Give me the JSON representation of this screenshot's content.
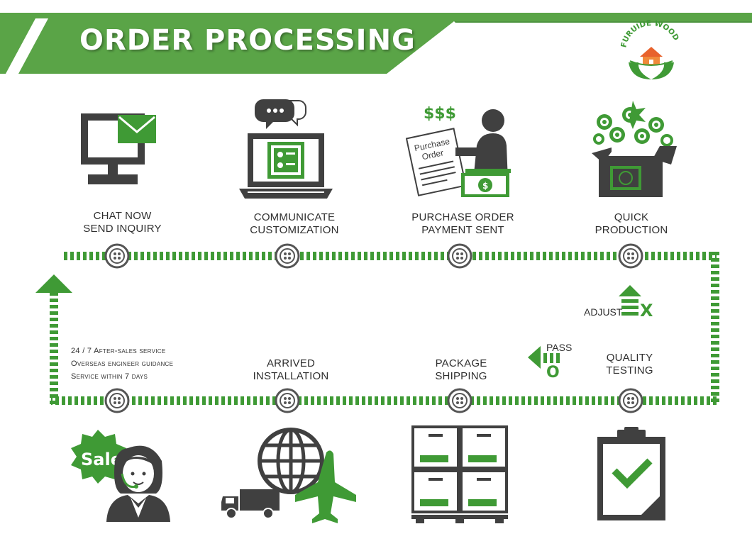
{
  "header": {
    "title": "ORDER PROCESSING"
  },
  "brand": {
    "name": "FURUIDE WOOD"
  },
  "colors": {
    "green": "#3f9a35",
    "dark": "#404040",
    "header_green": "#5aa447"
  },
  "steps_top": [
    {
      "line1": "CHAT NOW",
      "line2": "SEND INQUIRY",
      "icon": "monitor-mail-icon"
    },
    {
      "line1": "COMMUNICATE",
      "line2": "CUSTOMIZATION",
      "icon": "laptop-chat-icon"
    },
    {
      "line1": "PURCHASE ORDER",
      "line2": "PAYMENT SENT",
      "icon": "purchase-order-icon"
    },
    {
      "line1": "QUICK",
      "line2": "PRODUCTION",
      "icon": "production-box-icon"
    }
  ],
  "steps_bottom": [
    {
      "line1": "ARRIVED",
      "line2": "INSTALLATION",
      "icon": "globe-transport-icon"
    },
    {
      "line1": "PACKAGE",
      "line2": "SHIPPING",
      "icon": "pallet-boxes-icon"
    },
    {
      "line1": "QUALITY",
      "line2": "TESTING",
      "icon": "clipboard-check-icon"
    }
  ],
  "after_sales": {
    "line1": "24 / 7 After-sales service",
    "line2": "Overseas engineer guidance",
    "line3": "Service within 7 days",
    "sale_badge": "Sale",
    "icon": "support-agent-icon"
  },
  "adjust_label": "ADJUST",
  "adjust_mark": "X",
  "pass_label": "PASS",
  "pass_mark": "O",
  "purchase_order_doc": {
    "line1": "Purchase",
    "line2": "Order"
  },
  "money_sign": "$$$"
}
